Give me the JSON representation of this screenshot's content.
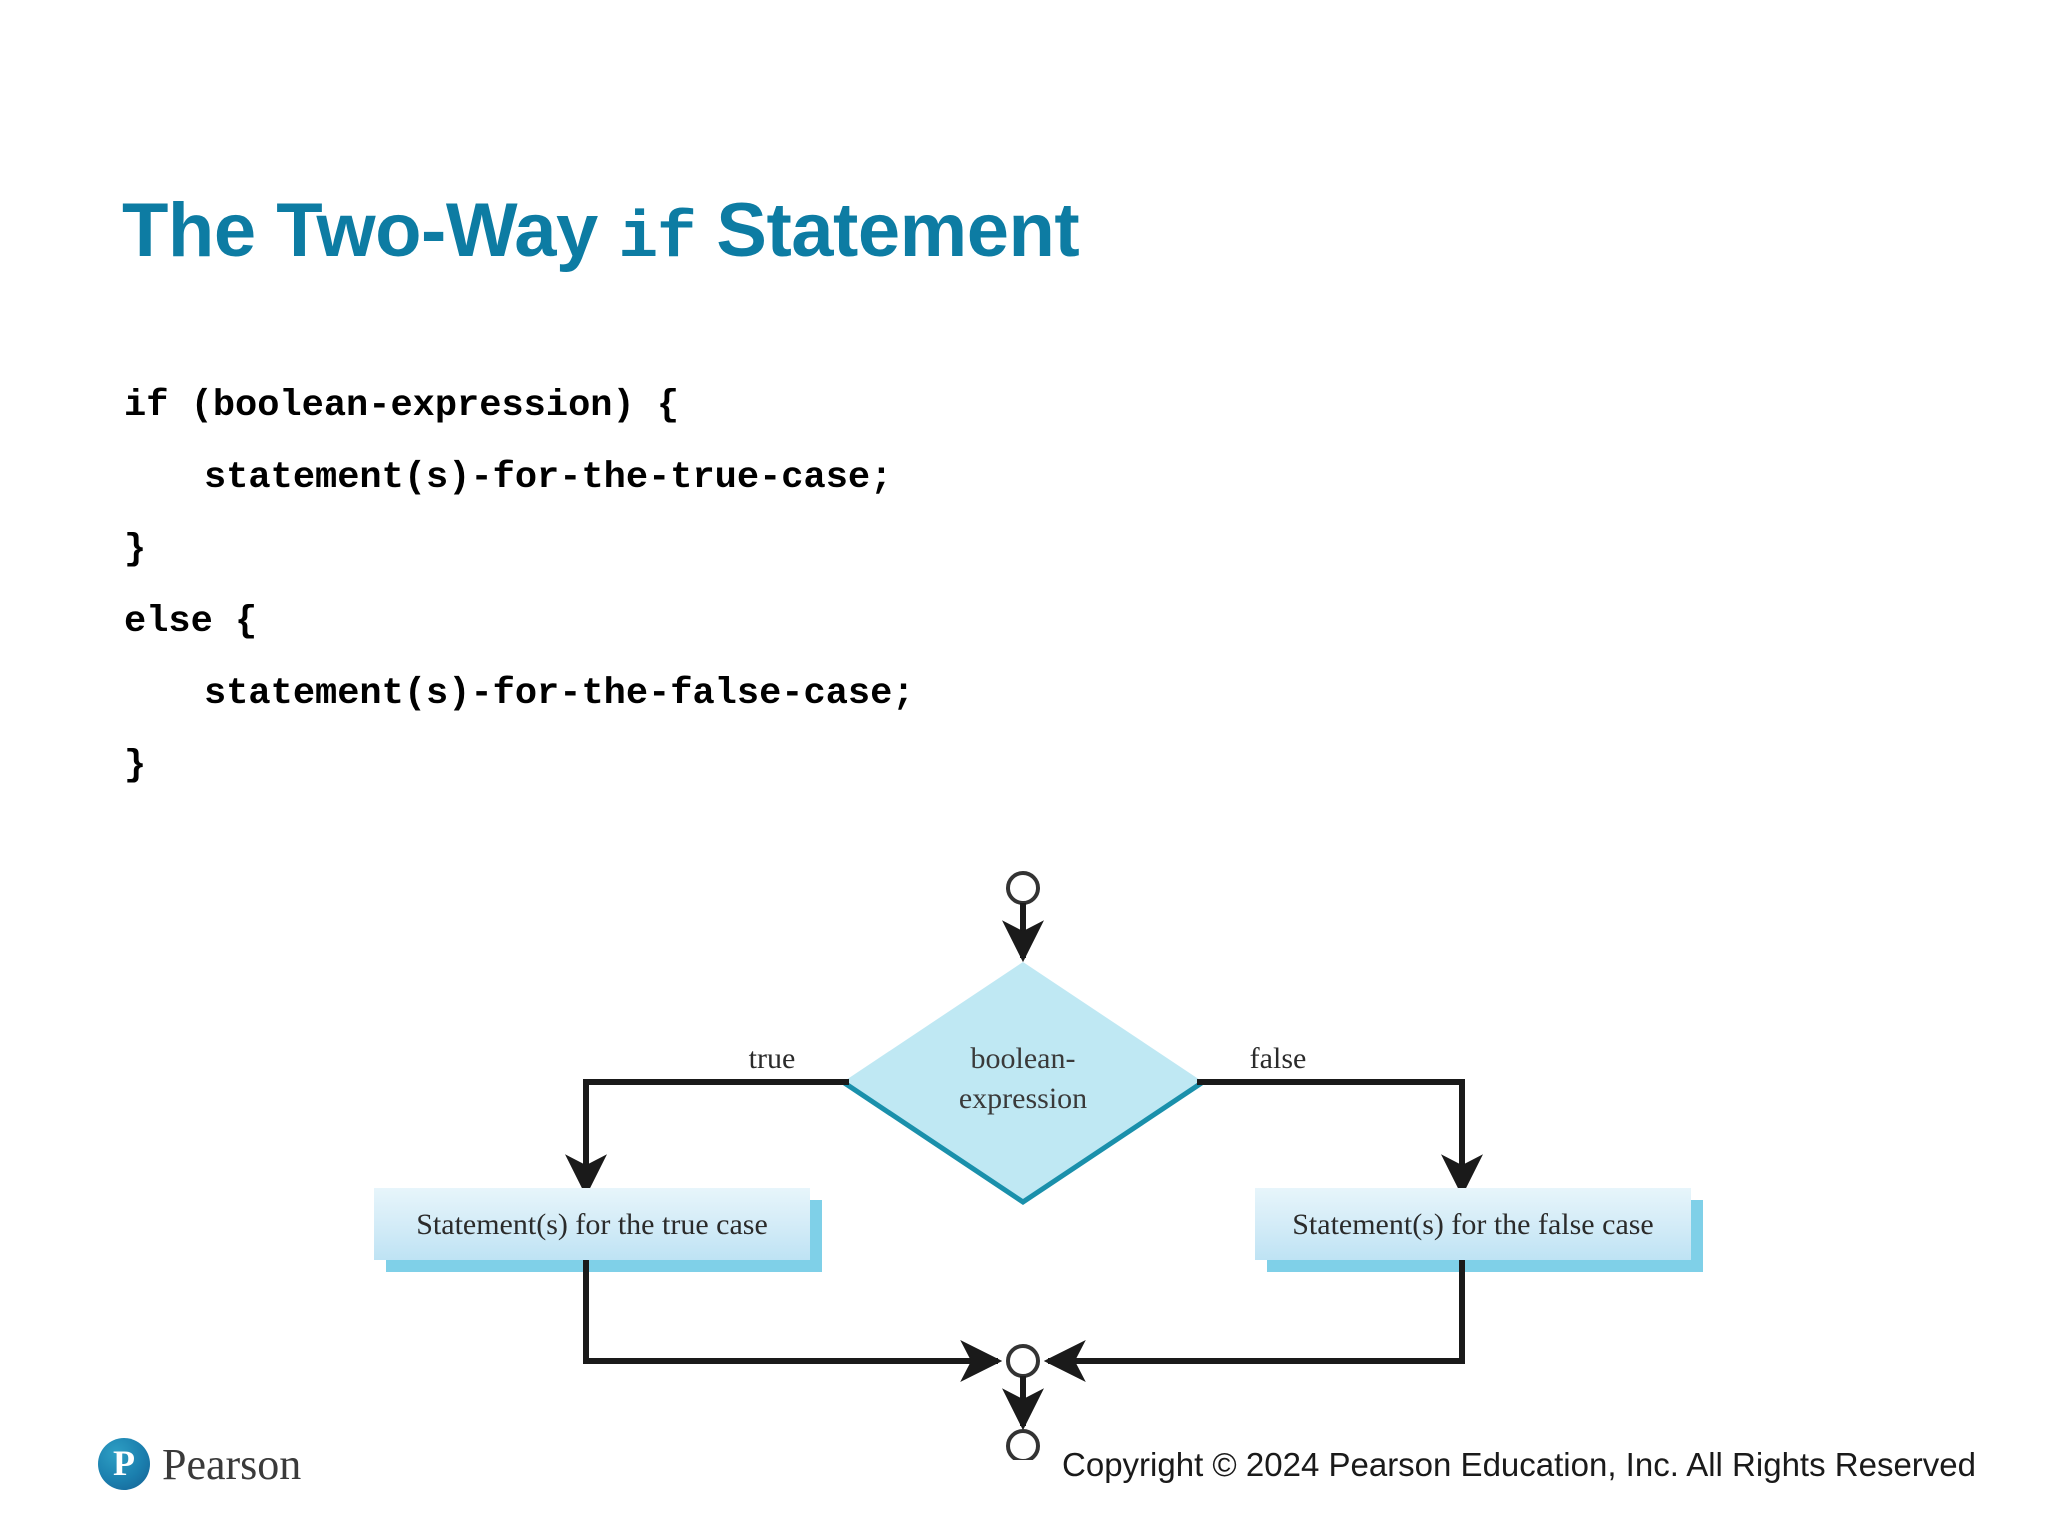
{
  "slide": {
    "title_prefix": "The Two-Way ",
    "title_mono": "if",
    "title_suffix": " Statement",
    "title_full": "The Two-Way if Statement",
    "title_color": "#0d7ca3",
    "background": "#ffffff"
  },
  "code": {
    "lines": [
      "if (boolean-expression) {",
      "statement(s)-for-the-true-case;",
      "}",
      "else {",
      "statement(s)-for-the-false-case;",
      "}"
    ],
    "line_1": "if (boolean-expression) {",
    "line_2": "statement(s)-for-the-true-case;",
    "line_3": "}",
    "line_4": "else {",
    "line_5": "statement(s)-for-the-false-case;",
    "line_6": "}",
    "text_color": "#000000"
  },
  "flowchart": {
    "start_node": "start-circle",
    "decision_text_line1": "boolean-",
    "decision_text_line2": "expression",
    "branch_true_label": "true",
    "branch_false_label": "false",
    "true_box_text": "Statement(s) for the true case",
    "false_box_text": "Statement(s) for the false case",
    "merge_node": "merge-circle",
    "end_node": "end-circle",
    "colors": {
      "diamond_fill": "#bfe8f3",
      "diamond_edge": "#1a90ab",
      "box_fill": "#d8eef8",
      "box_shadow": "#7fd0e8",
      "box_edge": "#29a8cc",
      "connector": "#1a1a1a"
    }
  },
  "footer": {
    "copyright": "Copyright © 2024 Pearson Education, Inc. All Rights Reserved",
    "logo_letter": "P",
    "logo_wordmark": "Pearson",
    "logo_color": "#1b7fae"
  }
}
